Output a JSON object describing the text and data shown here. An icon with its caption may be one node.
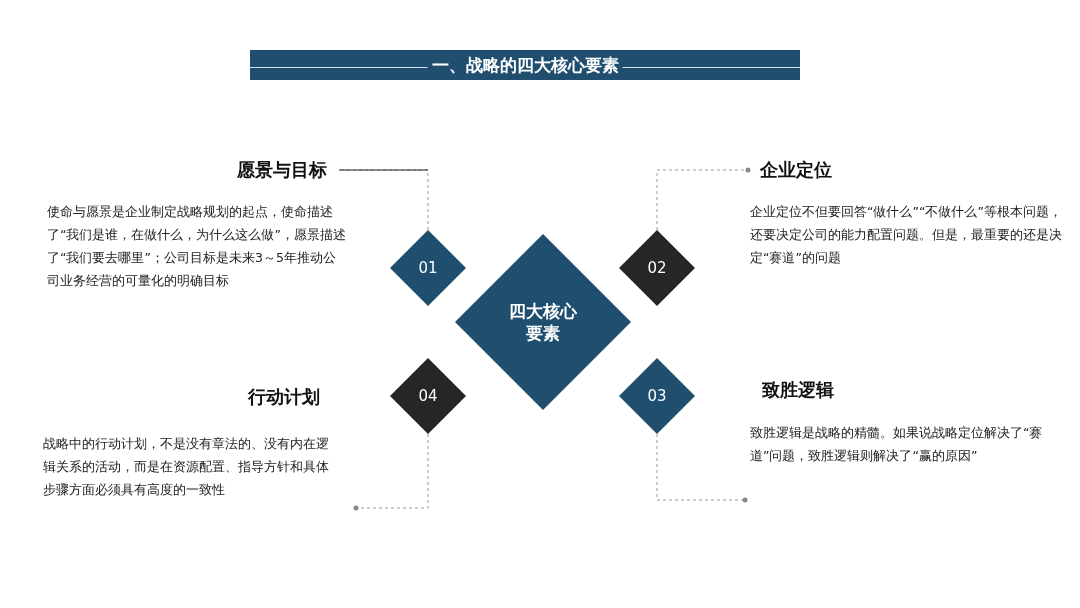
{
  "diagram": {
    "title": "一、战略的四大核心要素",
    "nodes": [
      {
        "text": [
          "四大核心要素"
        ]
      },
      {
        "text": [
          "01"
        ]
      },
      {
        "text": [
          "02"
        ]
      },
      {
        "text": [
          "04"
        ]
      },
      {
        "text": [
          "03"
        ]
      },
      {
        "text": [
          "愿景与目标"
        ]
      },
      {
        "text": [
          "企业定位"
        ]
      },
      {
        "text": [
          "行动计划"
        ]
      },
      {
        "text": [
          "致胜逻辑"
        ]
      }
    ],
    "edges": [
      {
        "from": 1,
        "to": 5,
        "arrow": "none",
        "style": "dashed"
      },
      {
        "from": 2,
        "to": 6,
        "arrow": "other",
        "style": "dashed"
      },
      {
        "from": 3,
        "to": null,
        "arrow": "other",
        "style": "dashed"
      },
      {
        "from": 4,
        "to": null,
        "arrow": "other",
        "style": "dashed"
      }
    ],
    "labels": [
      "使命与愿景是企业制定战略规划的起点，使命描述了“我们是谁，在做什么，为什么这么做”，愿景描述了“我们要去哪里”；公司目标是未来3～5年推动公司业务经营的可量化的明确目标",
      "企业定位不但要回答“做什么”“不做什么”等根本问题，还要决定公司的能力配置问题。但是，最重要的还是决定“赛道”的问题",
      "战略中的行动计划，不是没有章法的、没有内在逻辑关系的活动，而是在资源配置、指导方针和具体步骤方面必须具有高度的一致性",
      "致胜逻辑是战略的精髓。如果说战略定位解决了“赛道”问题，致胜逻辑则解决了“赢的原因”"
    ]
  }
}
